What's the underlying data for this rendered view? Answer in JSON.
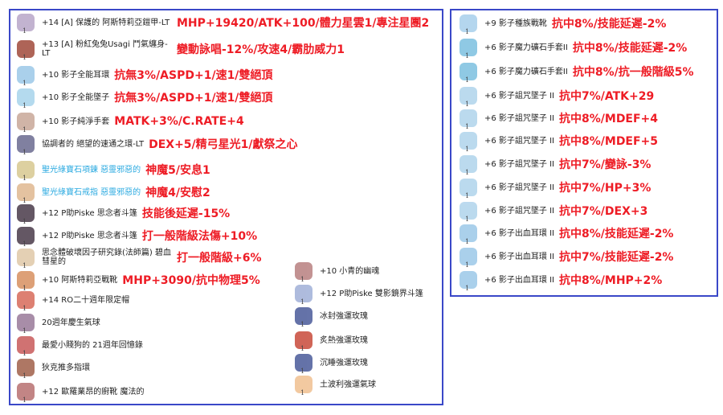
{
  "left_panel": {
    "items": [
      {
        "name": "+14 [A] 保護的 阿斯特莉亞鎧甲-LT",
        "stat": "MHP+19420/ATK+100/體力星雲1/專注星團2",
        "icon": "armor-icon",
        "color": "#b8a6c8"
      },
      {
        "name": "+13 [A] 粉紅兔兔Usagi 鬥氣纏身-LT",
        "stat": "變動詠唱-12%/攻速4/霸肋威力1",
        "icon": "garment-icon",
        "color": "#a04a3a"
      },
      {
        "name": "+10 影子全能耳環",
        "stat": "抗無3%/ASPD+1/速1/雙絕頂",
        "icon": "earring-icon",
        "color": "#9cc8e8"
      },
      {
        "name": "+10 影子全能墜子",
        "stat": "抗無3%/ASPD+1/速1/雙絕頂",
        "icon": "pendant-icon",
        "color": "#a8d4ec"
      },
      {
        "name": "+10 影子純淨手套",
        "stat": "MATK+3%/C.RATE+4",
        "icon": "glove-icon",
        "color": "#c8a898"
      },
      {
        "name": "協調者的 絕望的速通之環-LT",
        "stat": "DEX+5/精弓星光1/獻祭之心",
        "icon": "ring-icon",
        "color": "#6a6a90"
      },
      {
        "name": "聖光綠寶石項鍊 惡靈邪惡的",
        "stat": "神魔5/安息1",
        "icon": "necklace-icon",
        "color": "#d8c890",
        "blue": true
      },
      {
        "name": "聖光綠寶石戒指 惡靈邪惡的",
        "stat": "神魔4/安慰2",
        "icon": "ring-icon",
        "color": "#e0b890",
        "blue": true
      },
      {
        "name": "+12 P助Piske 思念者斗篷",
        "stat": "技能後延遲-15%",
        "icon": "cloak-icon",
        "color": "#4a3a4a"
      },
      {
        "name": "+12 P助Piske 思念者斗篷",
        "stat": "打一般階級法傷+10%",
        "icon": "cloak-icon",
        "color": "#4a3a4a"
      },
      {
        "name": "思念體破壞因子研究錄(法師篇) 碧血彗星的",
        "stat": "打一般階級+6%",
        "icon": "book-icon",
        "color": "#e0c8a8"
      },
      {
        "name": "+10 阿斯特莉亞戰靴",
        "stat": "MHP+3090/抗中物理5%",
        "icon": "boots-icon",
        "color": "#d89060"
      },
      {
        "name": "+14 RO二十週年限定帽",
        "stat": "",
        "icon": "hat-icon",
        "color": "#d86a5a"
      },
      {
        "name": "20週年慶生氣球",
        "stat": "",
        "icon": "balloon-icon",
        "color": "#9a7a9a"
      },
      {
        "name": "最愛小賤狗的 21週年回憶錄",
        "stat": "",
        "icon": "book-icon",
        "color": "#c85a5a"
      },
      {
        "name": "狄克推多指環",
        "stat": "",
        "icon": "ring-icon",
        "color": "#a0604a"
      },
      {
        "name": "+12 歐羅業昂的廚靴 魔法的",
        "stat": "",
        "icon": "boots-icon",
        "color": "#b87070"
      }
    ],
    "side_items": [
      {
        "name": "+10 小青的幽魂",
        "icon": "spirit-icon",
        "color": "#b88080"
      },
      {
        "name": "+12 P助Piske 雙影鏡界斗篷",
        "icon": "cloak-icon",
        "color": "#a0b0d8"
      },
      {
        "name": "冰封強運玫瑰",
        "icon": "rose-icon",
        "color": "#4a5a9a"
      },
      {
        "name": "炙熱強運玫瑰",
        "icon": "rose-icon",
        "color": "#c84a3a"
      },
      {
        "name": "沉睡強運玫瑰",
        "icon": "rose-icon",
        "color": "#4a5a9a"
      },
      {
        "name": "土波利強運氣球",
        "icon": "balloon-icon",
        "color": "#f0c090"
      }
    ]
  },
  "right_panel": {
    "items": [
      {
        "name": "+9 影子種族戰靴",
        "stat": "抗中8%/技能延遲-2%",
        "icon": "boots-icon",
        "color": "#a8d0ec"
      },
      {
        "name": "+6 影子魔力礦石手套II",
        "stat": "抗中8%/技能延遲-2%",
        "icon": "glove-icon",
        "color": "#7cc0e0"
      },
      {
        "name": "+6 影子魔力礦石手套II",
        "stat": "抗中8%/抗一般階級5%",
        "icon": "glove-icon",
        "color": "#7cc0e0"
      },
      {
        "name": "+6 影子詛咒墜子 II",
        "stat": "抗中7%/ATK+29",
        "icon": "pendant-icon",
        "color": "#b0d4ec"
      },
      {
        "name": "+6 影子詛咒墜子 II",
        "stat": "抗中8%/MDEF+4",
        "icon": "pendant-icon",
        "color": "#b0d4ec"
      },
      {
        "name": "+6 影子詛咒墜子 II",
        "stat": "抗中8%/MDEF+5",
        "icon": "pendant-icon",
        "color": "#b0d4ec"
      },
      {
        "name": "+6 影子詛咒墜子 II",
        "stat": "抗中7%/變詠-3%",
        "icon": "pendant-icon",
        "color": "#b0d4ec"
      },
      {
        "name": "+6 影子詛咒墜子 II",
        "stat": "抗中7%/HP+3%",
        "icon": "pendant-icon",
        "color": "#b0d4ec"
      },
      {
        "name": "+6 影子詛咒墜子 II",
        "stat": "抗中7%/DEX+3",
        "icon": "pendant-icon",
        "color": "#b0d4ec"
      },
      {
        "name": "+6 影子出血耳環 II",
        "stat": "抗中8%/技能延遲-2%",
        "icon": "earring-icon",
        "color": "#9cc8e8"
      },
      {
        "name": "+6 影子出血耳環 II",
        "stat": "抗中7%/技能延遲-2%",
        "icon": "earring-icon",
        "color": "#9cc8e8"
      },
      {
        "name": "+6 影子出血耳環 II",
        "stat": "抗中8%/MHP+2%",
        "icon": "earring-icon",
        "color": "#9cc8e8"
      }
    ]
  }
}
